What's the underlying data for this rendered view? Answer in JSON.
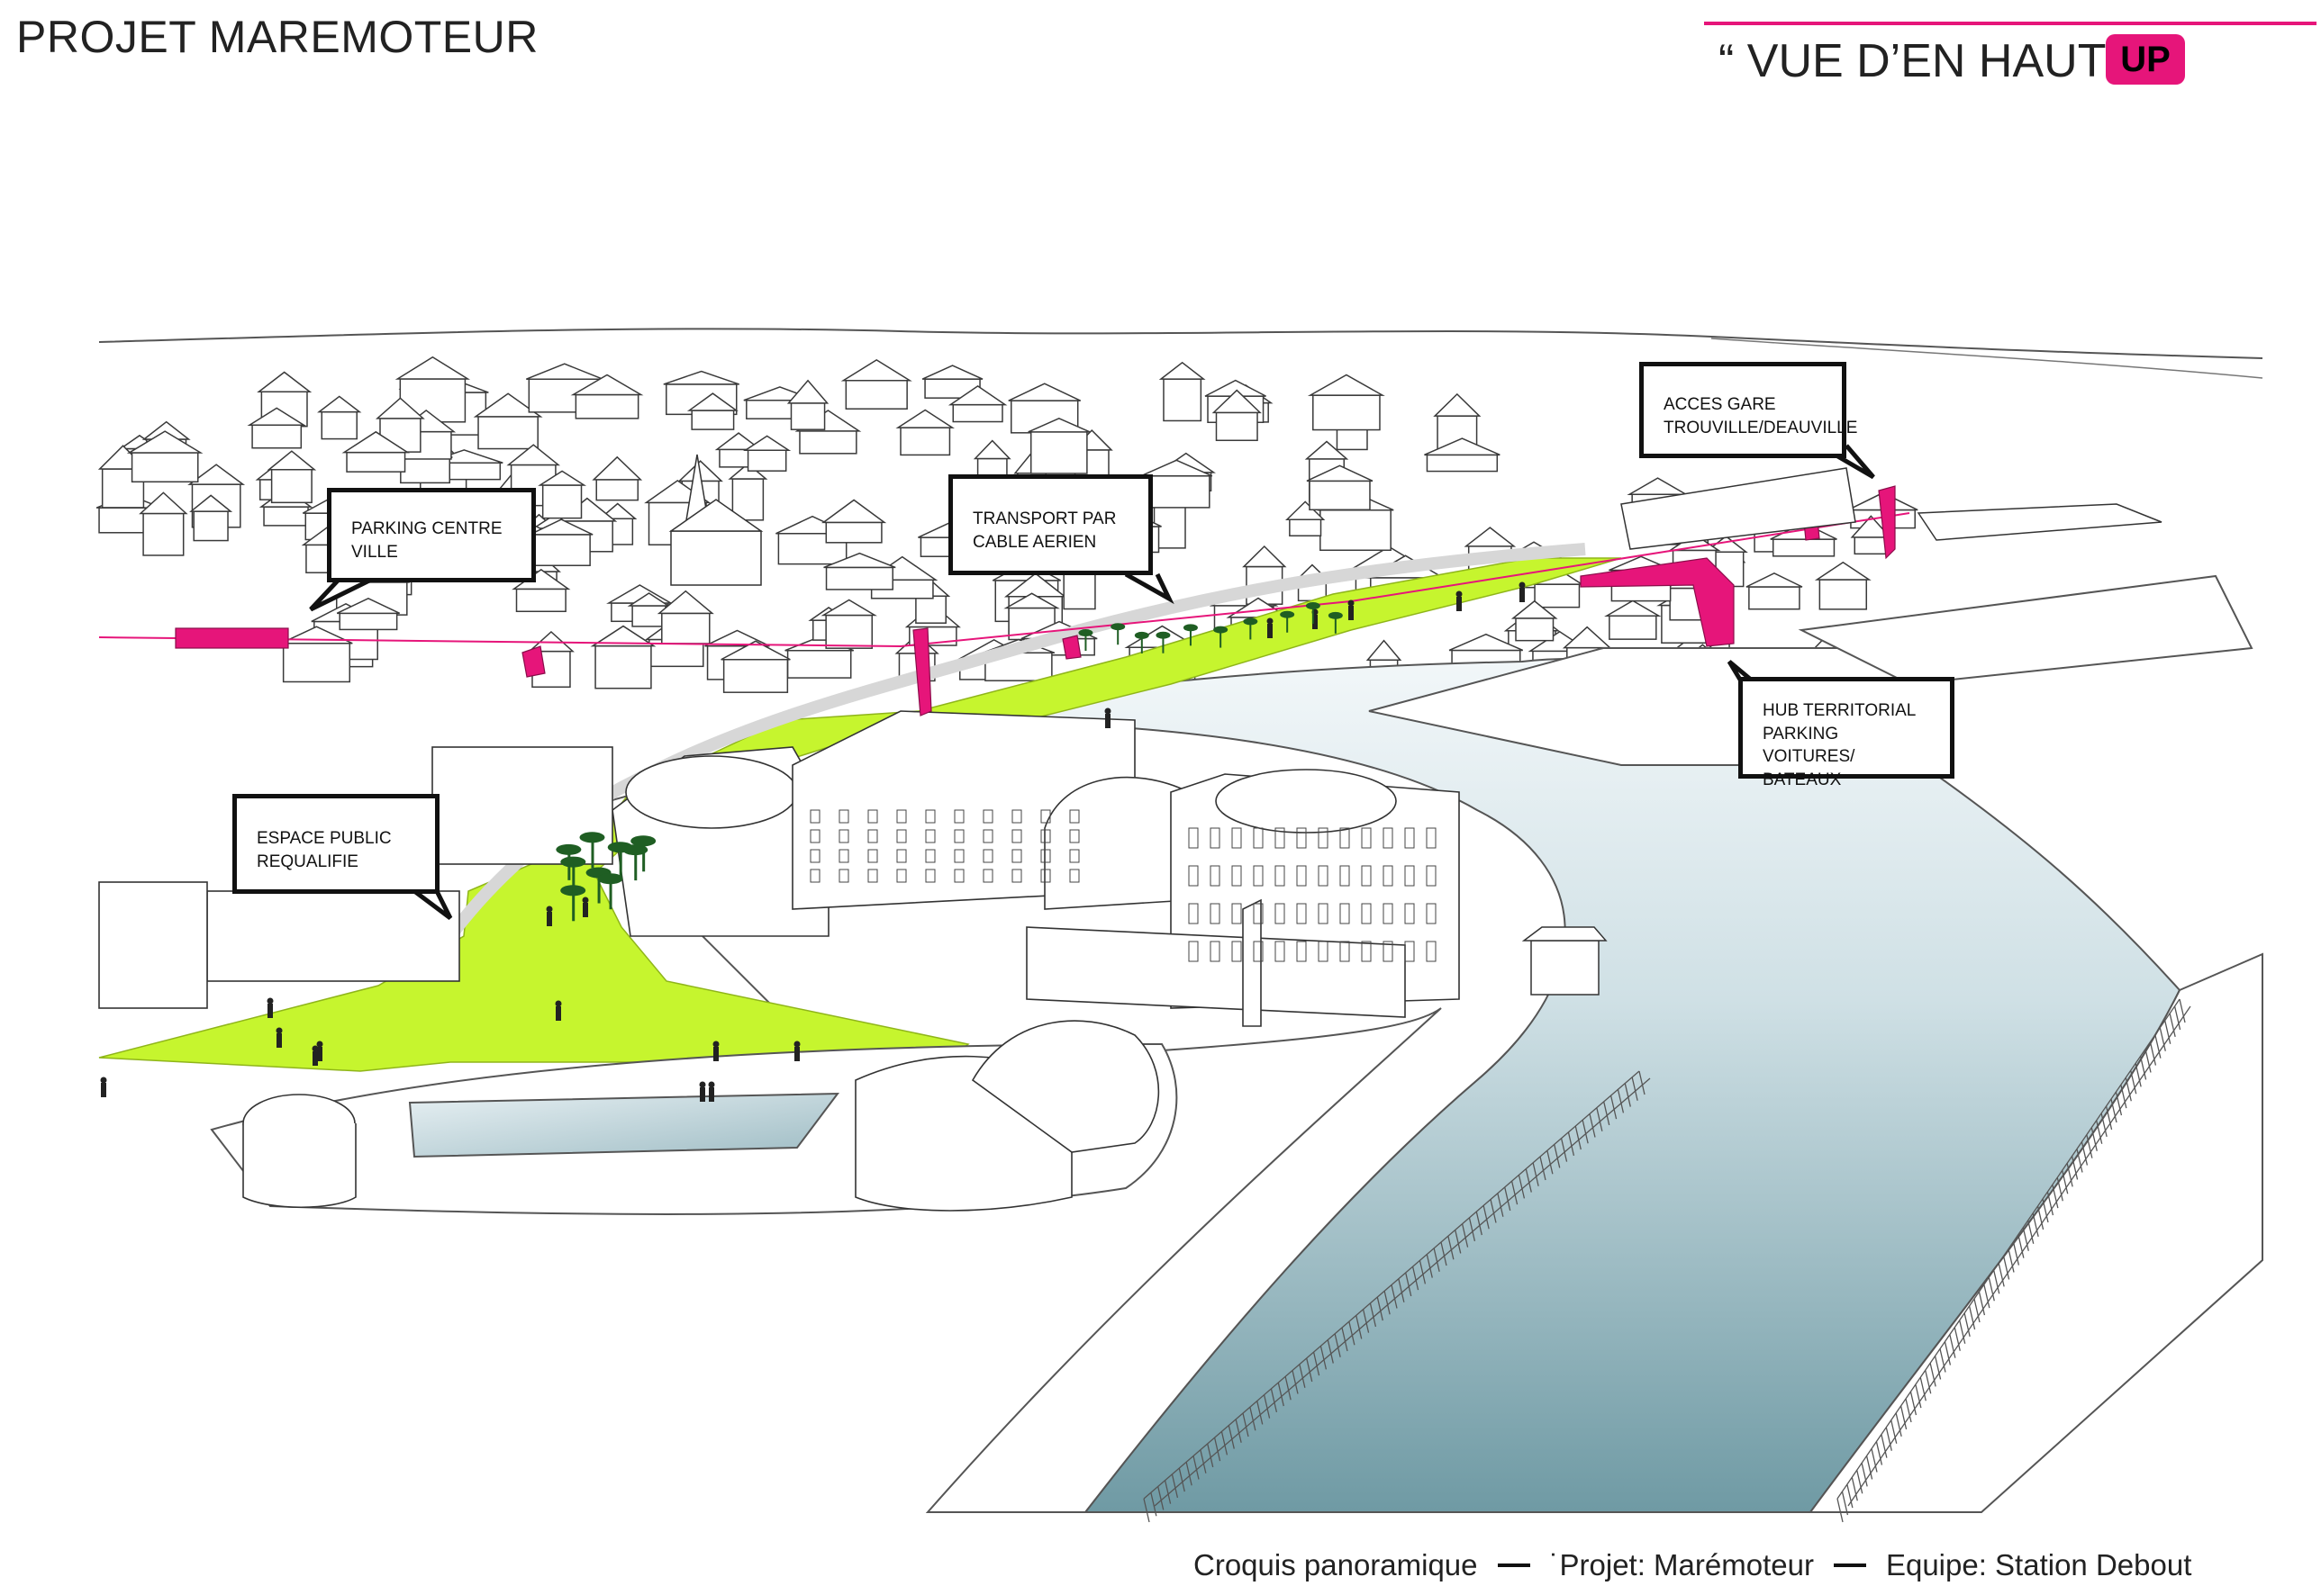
{
  "header": {
    "project_title": "PROJET MAREMOTEUR",
    "view_title": "“ VUE D’EN HAUT “",
    "badge": "UP"
  },
  "callouts": {
    "parking_centre": "PARKING CENTRE VILLE",
    "transport_cable": "TRANSPORT PAR\nCABLE AERIEN",
    "acces_gare": "ACCES GARE\nTROUVILLE/DEAUVILLE",
    "hub_territorial": "HUB TERRITORIAL\nPARKING VOITURES/\nBATEAUX",
    "espace_public": "ESPACE PUBLIC\nREQUALIFIE"
  },
  "footer": {
    "part1": "Croquis panoramique",
    "part2": "˙Projet: Marémoteur",
    "part3": "Equipe: Station Debout"
  },
  "colors": {
    "accent": "#e6157a",
    "green": "#c6f52e",
    "water_light": "#e9f2f5",
    "water_dark": "#6f9aa4",
    "line": "#4a4a4a"
  }
}
